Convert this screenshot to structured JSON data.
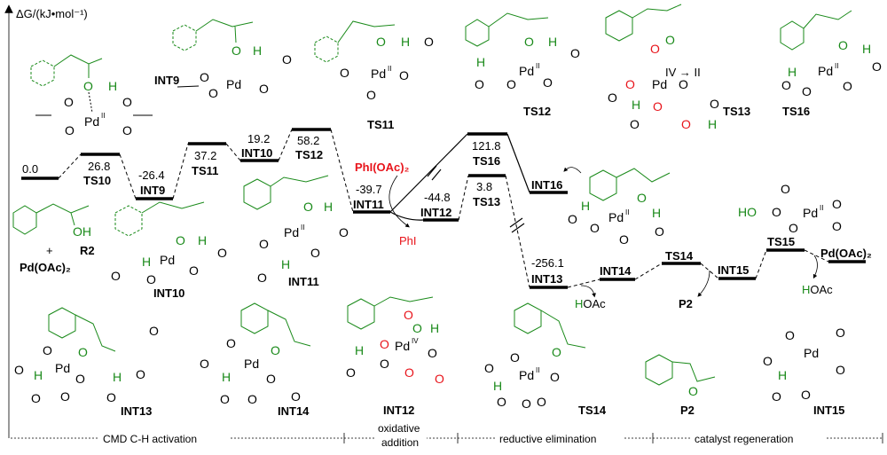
{
  "axis": {
    "ylabel": "ΔG/(kJ•mol⁻¹)"
  },
  "colors": {
    "reactant": "#1a8a1a",
    "oxidant": "#e8141b",
    "ink": "#000000"
  },
  "levels": [
    {
      "name": "R2 + Pd(OAc)2",
      "energy": "0.0",
      "label": ""
    },
    {
      "name": "TS10",
      "energy": "26.8",
      "label": "TS10"
    },
    {
      "name": "INT9",
      "energy": "-26.4",
      "label": "INT9"
    },
    {
      "name": "TS11",
      "energy": "37.2",
      "label": "TS11"
    },
    {
      "name": "INT10",
      "energy": "19.2",
      "label": "INT10"
    },
    {
      "name": "TS12",
      "energy": "58.2",
      "label": "TS12"
    },
    {
      "name": "INT11",
      "energy": "-39.7",
      "label": "INT11"
    },
    {
      "name": "TS16",
      "energy": "121.8",
      "label": "TS16"
    },
    {
      "name": "INT16",
      "energy": "",
      "label": "INT16"
    },
    {
      "name": "INT12",
      "energy": "-44.8",
      "label": "INT12"
    },
    {
      "name": "TS13",
      "energy": "3.8",
      "label": "TS13"
    },
    {
      "name": "INT13",
      "energy": "-256.1",
      "label": "INT13"
    },
    {
      "name": "INT14",
      "energy": "",
      "label": "INT14"
    },
    {
      "name": "TS14",
      "energy": "",
      "label": "TS14"
    },
    {
      "name": "INT15",
      "energy": "",
      "label": "INT15"
    },
    {
      "name": "TS15",
      "energy": "",
      "label": "TS15"
    },
    {
      "name": "Pd(OAc)2",
      "energy": "",
      "label": "Pd(OAc)₂"
    }
  ],
  "species": {
    "oxidant": "PhI(OAc)₂",
    "byproduct_phi": "PhI",
    "hoac": "OAc",
    "hoac_h": "H",
    "product": "P2",
    "start_R2": "R2",
    "start_pd": "Pd(OAc)₂",
    "plus": "+"
  },
  "structures": {
    "top": [
      "INT9",
      "TS11",
      "TS12",
      "TS13",
      "TS16"
    ],
    "middle": [
      "INT10",
      "INT11"
    ],
    "bottom": [
      "INT13",
      "INT14",
      "INT12",
      "TS14",
      "P2",
      "INT15"
    ],
    "iv_to_ii": "IV → II"
  },
  "phases": [
    {
      "label": "CMD C-H activation"
    },
    {
      "label": "oxidative",
      "label2": "addition"
    },
    {
      "label": "reductive elimination"
    },
    {
      "label": "catalyst regeneration"
    }
  ]
}
